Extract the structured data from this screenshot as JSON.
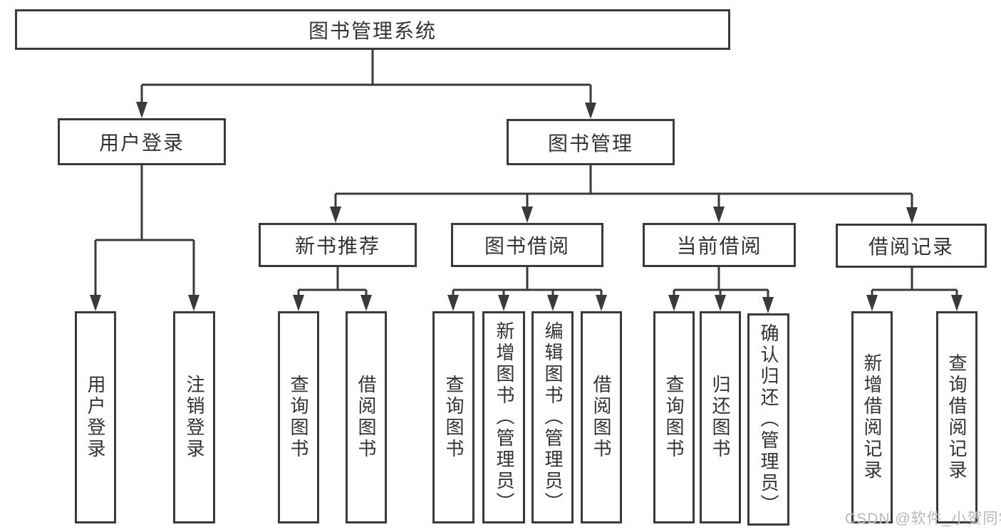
{
  "diagram_type": "hierarchy-tree",
  "colors": {
    "background": "#ffffff",
    "line": "#3a3a3a",
    "box_border": "#3a3a3a",
    "box_fill": "#ffffff",
    "text": "#333333",
    "watermark": "#b9b9b9"
  },
  "watermark": "CSDN @软件_小贺同学",
  "tree": {
    "label": "图书管理系统",
    "children": [
      {
        "label": "用户登录",
        "children": [
          {
            "label": "用户登录"
          },
          {
            "label": "注销登录"
          }
        ]
      },
      {
        "label": "图书管理",
        "children": [
          {
            "label": "新书推荐",
            "children": [
              {
                "label": "查询图书"
              },
              {
                "label": "借阅图书"
              }
            ]
          },
          {
            "label": "图书借阅",
            "children": [
              {
                "label": "查询图书"
              },
              {
                "label": "新增图书（管理员）"
              },
              {
                "label": "编辑图书（管理员）"
              },
              {
                "label": "借阅图书"
              }
            ]
          },
          {
            "label": "当前借阅",
            "children": [
              {
                "label": "查询图书"
              },
              {
                "label": "归还图书"
              },
              {
                "label": "确认归还（管理员）"
              }
            ]
          },
          {
            "label": "借阅记录",
            "children": [
              {
                "label": "新增借阅记录"
              },
              {
                "label": "查询借阅记录"
              }
            ]
          }
        ]
      }
    ]
  }
}
